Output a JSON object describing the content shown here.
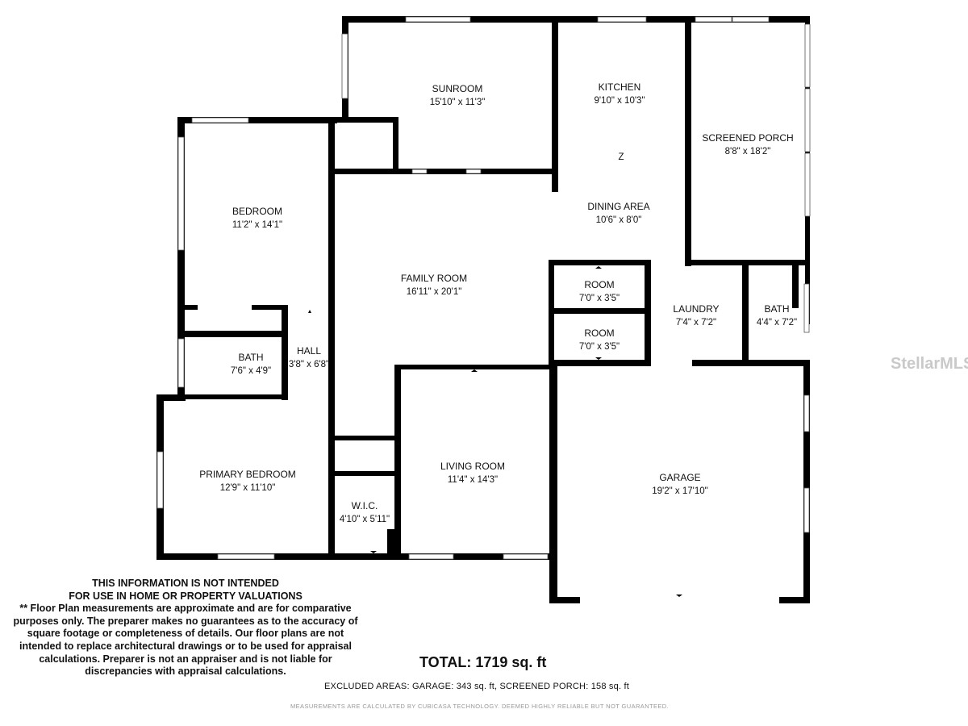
{
  "rooms": {
    "sunroom": {
      "name": "SUNROOM",
      "dims": "15'10\" x 11'3\""
    },
    "kitchen": {
      "name": "KITCHEN",
      "dims": "9'10\" x 10'3\""
    },
    "screened_porch": {
      "name": "SCREENED PORCH",
      "dims": "8'8\" x 18'2\""
    },
    "bedroom": {
      "name": "BEDROOM",
      "dims": "11'2\" x 14'1\""
    },
    "dining_area": {
      "name": "DINING AREA",
      "dims": "10'6\" x 8'0\""
    },
    "family_room": {
      "name": "FAMILY ROOM",
      "dims": "16'11\" x 20'1\""
    },
    "room_upper": {
      "name": "ROOM",
      "dims": "7'0\" x 3'5\""
    },
    "room_lower": {
      "name": "ROOM",
      "dims": "7'0\" x 3'5\""
    },
    "laundry": {
      "name": "LAUNDRY",
      "dims": "7'4\" x 7'2\""
    },
    "bath_small": {
      "name": "BATH",
      "dims": "4'4\" x 7'2\""
    },
    "bath_left": {
      "name": "BATH",
      "dims": "7'6\" x 4'9\""
    },
    "hall": {
      "name": "HALL",
      "dims": "3'8\" x 6'8\""
    },
    "primary_bedroom": {
      "name": "PRIMARY BEDROOM",
      "dims": "12'9\" x 11'10\""
    },
    "wic": {
      "name": "W.I.C.",
      "dims": "4'10\" x 5'11\""
    },
    "living_room": {
      "name": "LIVING ROOM",
      "dims": "11'4\" x 14'3\""
    },
    "garage": {
      "name": "GARAGE",
      "dims": "19'2\" x 17'10\""
    }
  },
  "kitchen_mark": "Z",
  "watermark": "StellarMLS",
  "disclaimer": {
    "line1": "THIS INFORMATION IS NOT INTENDED",
    "line2": "FOR USE IN HOME OR PROPERTY VALUATIONS",
    "body": "** Floor Plan measurements are approximate and are for comparative purposes only. The preparer makes no guarantees as to the accuracy of square footage or completeness of details. Our floor plans are not intended to replace architectural drawings or to be used for appraisal calculations. Preparer is not an appraiser and is not liable for discrepancies with appraisal calculations."
  },
  "total": "TOTAL: 1719 sq. ft",
  "excluded": "EXCLUDED AREAS: GARAGE: 343 sq. ft, SCREENED PORCH: 158 sq. ft",
  "fine_print": "MEASUREMENTS ARE CALCULATED BY CUBICASA TECHNOLOGY. DEEMED HIGHLY RELIABLE BUT NOT GUARANTEED."
}
